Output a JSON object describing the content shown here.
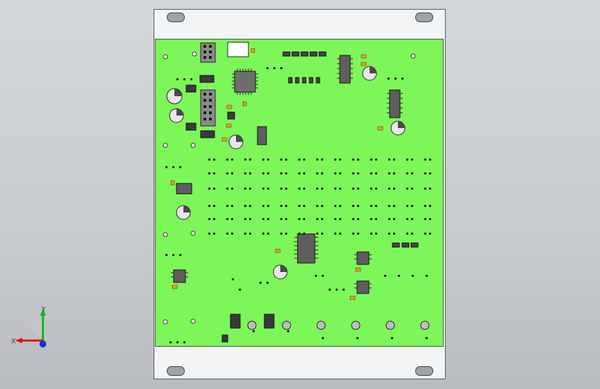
{
  "viewport": {
    "background_top": "#d3d7da",
    "background_bottom": "#b7bcc1"
  },
  "board": {
    "pcb_color": "#7df65a",
    "panel_color": "#f3f4f6",
    "mounting_slots": 4
  },
  "triad": {
    "x_label": "X",
    "y_label": "Y",
    "x_color": "#e0101a",
    "y_color": "#12b512",
    "z_color": "#1c2fd6"
  }
}
